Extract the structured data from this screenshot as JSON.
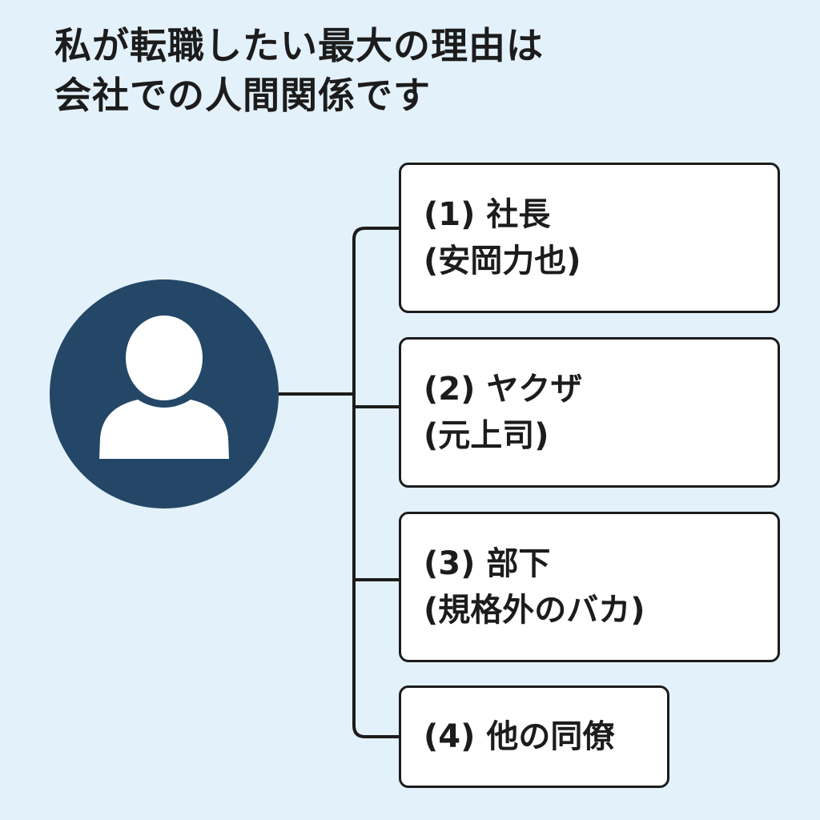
{
  "title": {
    "line1": "私が転職したい最大の理由は",
    "line2": "会社での人間関係です"
  },
  "avatar_icon": "person-icon",
  "colors": {
    "background": "#e3f1fb",
    "avatar": "#244768",
    "line": "#1c1c1c",
    "box": "#ffffff"
  },
  "items": [
    {
      "line1": "(1) 社長",
      "line2": "(安岡力也)"
    },
    {
      "line1": "(2) ヤクザ",
      "line2": "(元上司)"
    },
    {
      "line1": "(3) 部下",
      "line2": "(規格外のバカ)"
    },
    {
      "line1": "(4) 他の同僚"
    }
  ]
}
